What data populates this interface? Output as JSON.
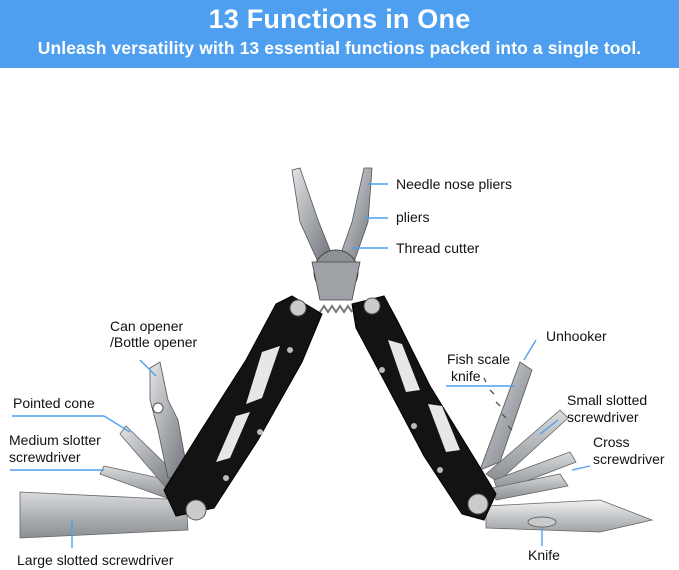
{
  "banner": {
    "title": "13 Functions in One",
    "subtitle": "Unleash versatility with 13 essential functions packed into a single tool."
  },
  "labels": {
    "needle_nose_pliers": "Needle nose pliers",
    "pliers": "pliers",
    "thread_cutter": "Thread cutter",
    "can_opener_line1": "Can opener",
    "can_opener_line2": "/Bottle opener",
    "unhooker": "Unhooker",
    "fish_scale_line1": "Fish scale",
    "fish_scale_line2": "knife",
    "pointed_cone": "Pointed cone",
    "small_slotted_line1": "Small slotted",
    "small_slotted_line2": "screwdriver",
    "medium_slotter_line1": "Medium slotter",
    "medium_slotter_line2": "screwdriver",
    "cross_line1": "Cross",
    "cross_line2": "screwdriver",
    "large_slotted": "Large slotted screwdriver",
    "knife": "Knife"
  },
  "colors": {
    "banner": "#4e9ff0",
    "callout_line": "#4e9ff0",
    "handle": "#111111",
    "steel": "#a8acb0"
  }
}
